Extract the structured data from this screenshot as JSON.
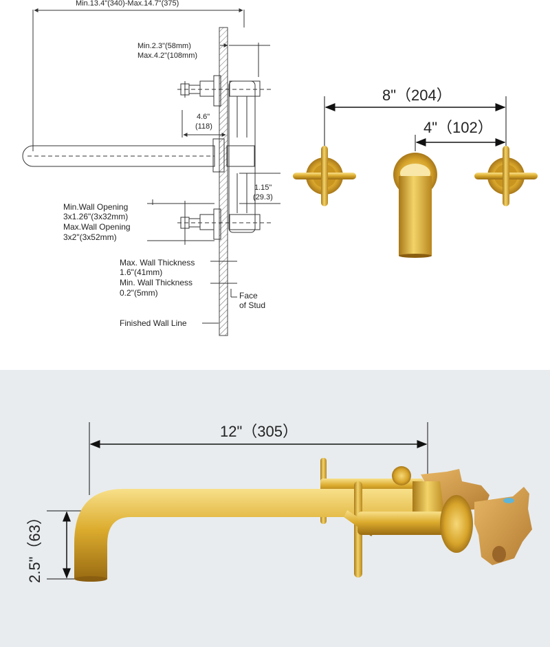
{
  "top_diagram": {
    "overall_width": "Min.13.4\"(340)-Max.14.7\"(375)",
    "cartridge_depth": [
      "Min.2.3\"(58mm)",
      "Max.4.2\"(108mm)"
    ],
    "spout_offset": [
      "4.6\"",
      "(118)"
    ],
    "valve_offset": [
      "1.15\"",
      "(29.3)"
    ],
    "wall_opening": [
      "Min.Wall Opening",
      "3x1.26\"(3x32mm)",
      "Max.Wall Opening",
      "3x2\"(3x52mm)"
    ],
    "wall_thickness": [
      "Max. Wall Thickness",
      "1.6\"(41mm)",
      "Min. Wall Thickness",
      "0.2\"(5mm)"
    ],
    "face_of_stud": [
      "Face",
      "of Stud"
    ],
    "finished_wall_line": "Finished Wall Line"
  },
  "front_view": {
    "handle_spread": "8\"（204）",
    "spout_to_handle": "4\"（102）"
  },
  "side_view": {
    "spout_reach": "12\"（305）",
    "spout_height": "2.5\"（63）"
  },
  "colors": {
    "gold_light": "#f3d36a",
    "gold_mid": "#d9a92a",
    "gold_dark": "#a8781a",
    "panel_bg": "#e8ecef"
  }
}
